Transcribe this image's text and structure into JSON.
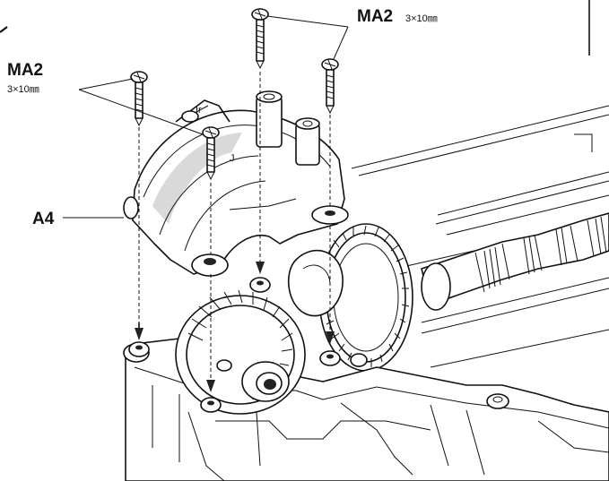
{
  "labels": {
    "ma2_top": "MA2",
    "ma2_top_size": "3×10㎜",
    "ma2_left": "MA2",
    "ma2_left_size": "3×10㎜",
    "a4": "A4"
  },
  "colors": {
    "ink": "#111111",
    "paper": "#ffffff",
    "shade": "#d9d9d9"
  },
  "icons": [
    "screw-icon",
    "cover-part",
    "gear-wheel",
    "engine-block"
  ]
}
